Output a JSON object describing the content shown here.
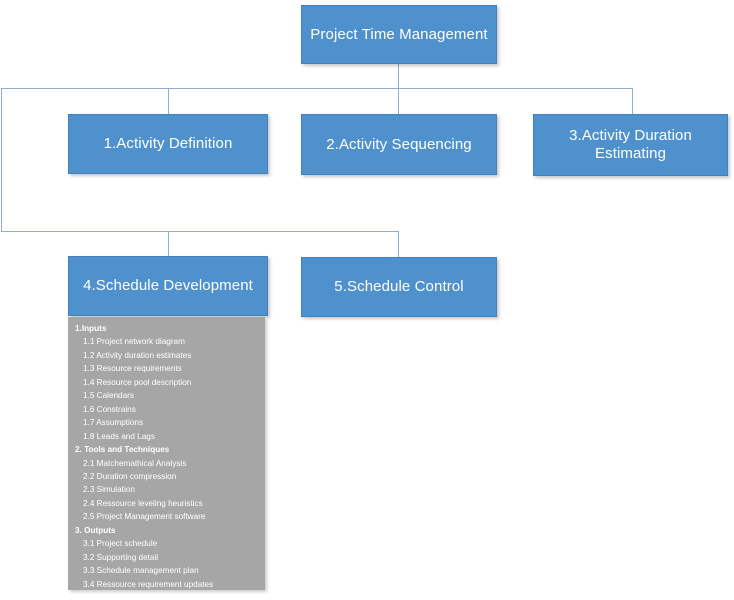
{
  "diagram": {
    "title": "Project Time Management",
    "root": {
      "id": "root",
      "label": "Project Time Management"
    },
    "processes": [
      {
        "id": "activity-definition",
        "label": "1.Activity Definition"
      },
      {
        "id": "activity-sequencing",
        "label": "2.Activity Sequencing"
      },
      {
        "id": "activity-duration",
        "label": "3.Activity Duration\nEstimating"
      },
      {
        "id": "schedule-development",
        "label": "4.Schedule Development"
      },
      {
        "id": "schedule-control",
        "label": "5.Schedule Control"
      }
    ],
    "detail_panel": {
      "owner": "4.Schedule Development",
      "groups": [
        {
          "heading": "1.Inputs",
          "items": [
            "1.1 Project network diagram",
            "1.2 Activity duration estimates",
            "1.3 Resource requirements",
            "1.4 Resource pool description",
            "1.5 Calendars",
            "1.6 Constrains",
            "1.7 Assumptions",
            "1.8 Leads and Lags"
          ]
        },
        {
          "heading": "2. Tools and Techniques",
          "items": [
            "2.1 Matchemathical Analysis",
            "2.2 Duration compression",
            "2.3 Simulation",
            "2.4 Ressource leveling heuristics",
            "2.5 Project Management software"
          ]
        },
        {
          "heading": "3. Outputs",
          "items": [
            "3.1 Project schedule",
            "3.2 Supporting detail",
            "3.3 Schedule management plan",
            "3.4 Ressource requirement updates"
          ]
        }
      ]
    },
    "colors": {
      "node_fill": "#4F91CD",
      "node_border": "#4182BC",
      "node_text": "#FFFFFF",
      "panel_fill": "#A6A6A6",
      "panel_text": "#FFFFFF",
      "connector": "#8FAFCB",
      "background": "#FFFFFF"
    }
  }
}
